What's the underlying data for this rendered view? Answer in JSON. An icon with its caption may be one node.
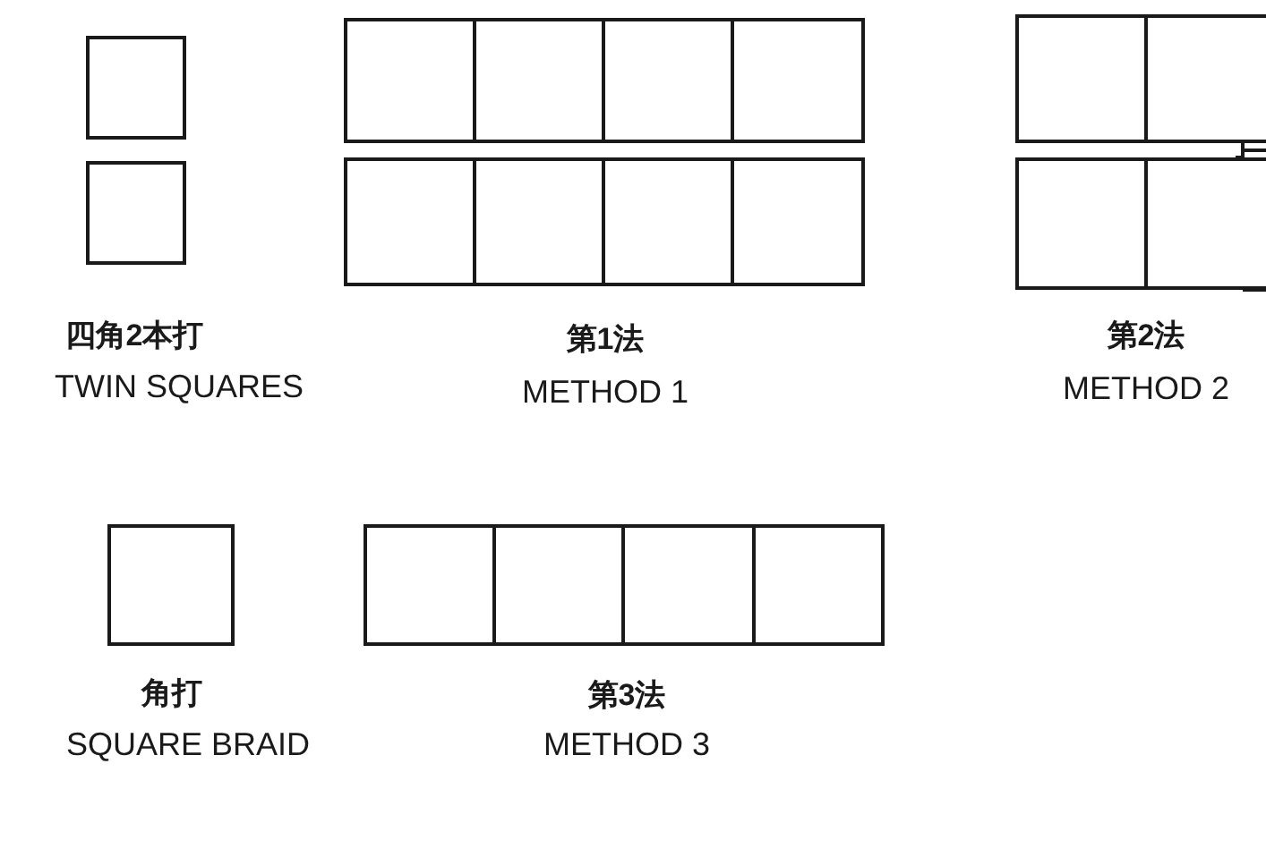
{
  "diagram": {
    "nodes": [
      {
        "text": [],
        "shape": "box"
      },
      {
        "text": [],
        "shape": "box"
      },
      {
        "text": [],
        "shape": "box"
      },
      {
        "text": [],
        "shape": "box"
      },
      {
        "text": [],
        "shape": "box"
      },
      {
        "text": [],
        "shape": "box"
      },
      {
        "text": [],
        "shape": "box"
      },
      {
        "text": [],
        "shape": "box"
      },
      {
        "text": [],
        "shape": "box"
      },
      {
        "text": [],
        "shape": "box"
      },
      {
        "text": [],
        "shape": "box"
      },
      {
        "text": [],
        "shape": "box"
      },
      {
        "text": [],
        "shape": "box"
      },
      {
        "text": [],
        "shape": "box"
      },
      {
        "text": [],
        "shape": "box"
      },
      {
        "text": [],
        "shape": "box"
      },
      {
        "text": [],
        "shape": "box"
      },
      {
        "text": [],
        "shape": "box"
      },
      {
        "text": [],
        "shape": "box"
      }
    ],
    "labels": [
      "四角2本打",
      "第1法",
      "第2法",
      "TWIN SQUARES",
      "METHOD 1",
      "METHOD 2",
      "角打",
      "第3法",
      "SQUARE BRAID",
      "METHOD 3"
    ]
  }
}
